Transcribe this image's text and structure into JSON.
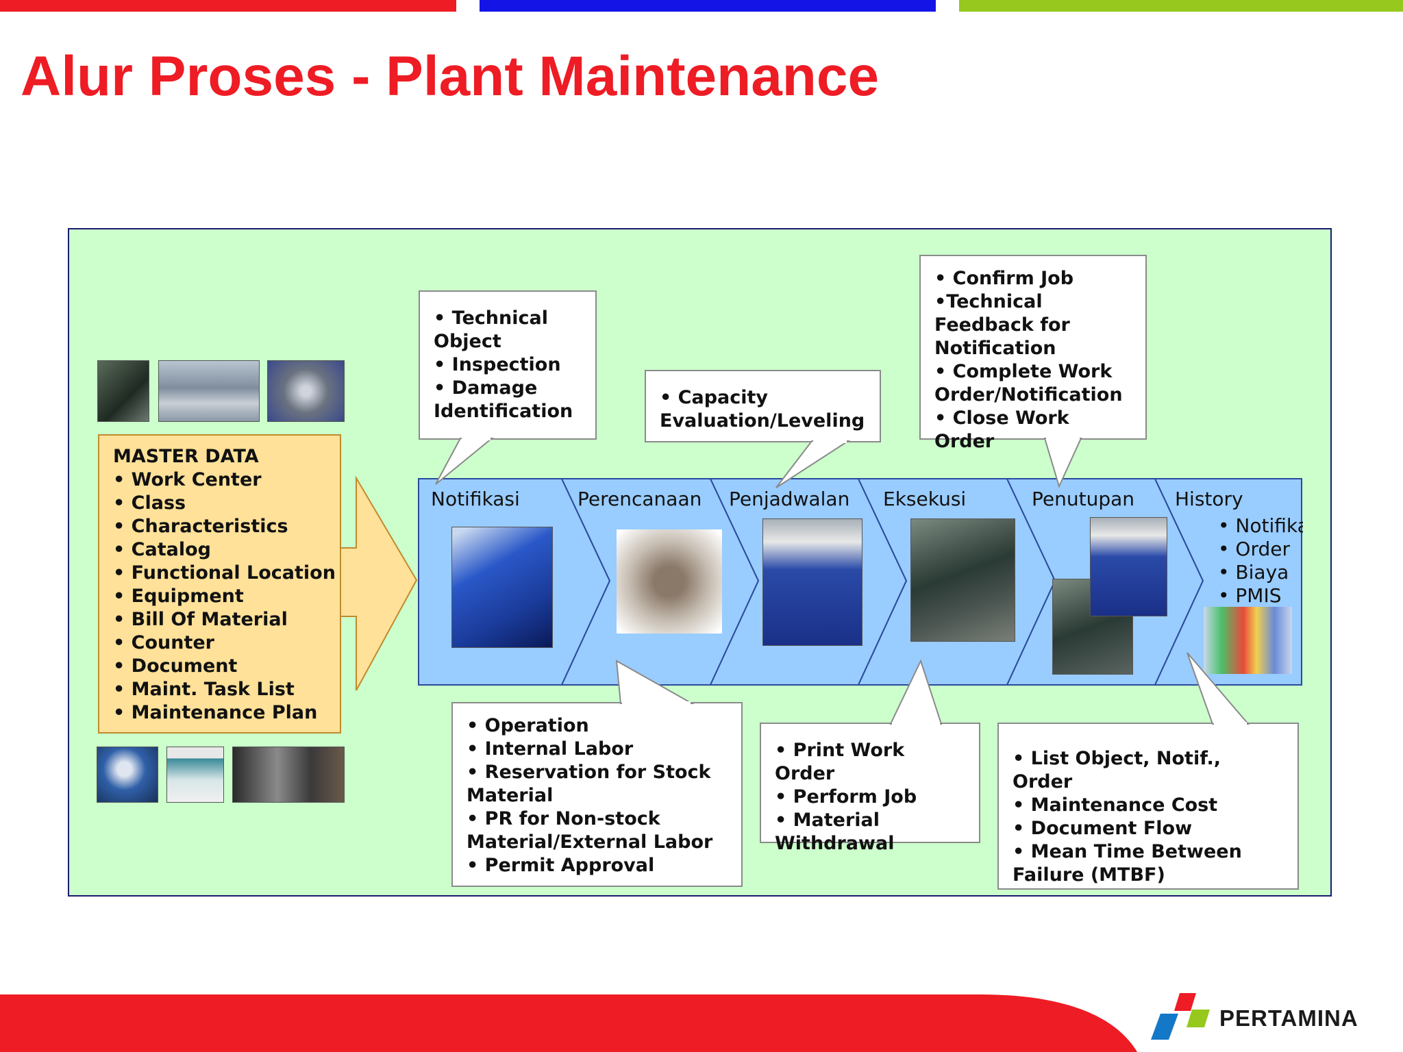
{
  "colors": {
    "title_red": "#ee1c24",
    "bar_red": "#ee1c24",
    "bar_blue": "#1414e6",
    "bar_green": "#96c81e",
    "panel_green": "#ccffcc",
    "stage_blue": "#99ccff",
    "master_yellow": "#ffe199"
  },
  "title": "Alur Proses - Plant Maintenance",
  "master": {
    "heading": "MASTER DATA",
    "items": [
      "• Work Center",
      "• Class",
      "• Characteristics",
      "• Catalog",
      "• Functional Location",
      "• Equipment",
      "• Bill Of Material",
      "• Counter",
      "• Document",
      "• Maint. Task List",
      "• Maintenance Plan"
    ]
  },
  "stages": [
    "Notifikasi",
    "Perencanaan",
    "Penjadwalan",
    "Eksekusi",
    "Penutupan",
    "History"
  ],
  "history_list": [
    "• Notifikasi",
    "• Order",
    "• Biaya",
    "•  PMIS"
  ],
  "callouts": {
    "notifikasi": [
      "• Technical",
      "Object",
      "• Inspection",
      "• Damage",
      "Identification"
    ],
    "penjadwalan": [
      "• Capacity",
      "Evaluation/Leveling"
    ],
    "penutupan": [
      "• Confirm Job",
      "•Technical",
      "Feedback for",
      "Notification",
      "• Complete Work",
      "Order/Notification",
      "• Close Work Order"
    ],
    "perencanaan": [
      "• Operation",
      "• Internal Labor",
      "• Reservation for Stock",
      "Material",
      "• PR for Non-stock",
      "Material/External Labor",
      "• Permit Approval"
    ],
    "eksekusi": [
      "• Print Work Order",
      "• Perform Job",
      "• Material",
      "Withdrawal"
    ],
    "history": [
      "• List Object, Notif., Order",
      "• Maintenance Cost",
      "• Document Flow",
      "• Mean Time Between",
      "Failure (MTBF)"
    ]
  },
  "footer": {
    "logo_text": "PERTAMINA",
    "logo_icon": "pertamina-logo-icon"
  }
}
